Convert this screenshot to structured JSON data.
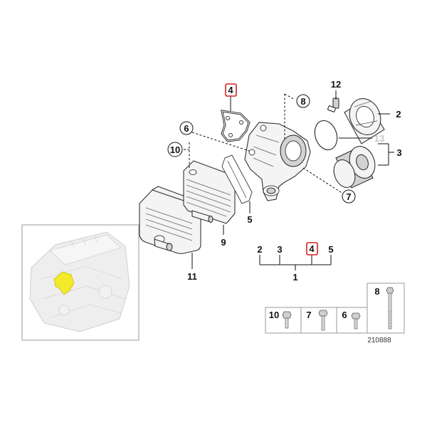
{
  "callouts": {
    "c1": "1",
    "c2": "2",
    "c3": "3",
    "c4": "4",
    "c5": "5",
    "c6": "6",
    "c7": "7",
    "c8": "8",
    "c9": "9",
    "c10": "10",
    "c11": "11",
    "c12": "12",
    "c13": "13"
  },
  "assembly": {
    "a2": "2",
    "a3": "3",
    "a4": "4",
    "a5": "5"
  },
  "legend": {
    "l8": "8",
    "l10": "10",
    "l7": "7",
    "l6": "6"
  },
  "reference_number": "210888",
  "colors": {
    "highlight_border": "#d42020",
    "engine_highlight": "#f2ea2a",
    "line": "#111111",
    "grey_callout": "#c8c8c8"
  }
}
